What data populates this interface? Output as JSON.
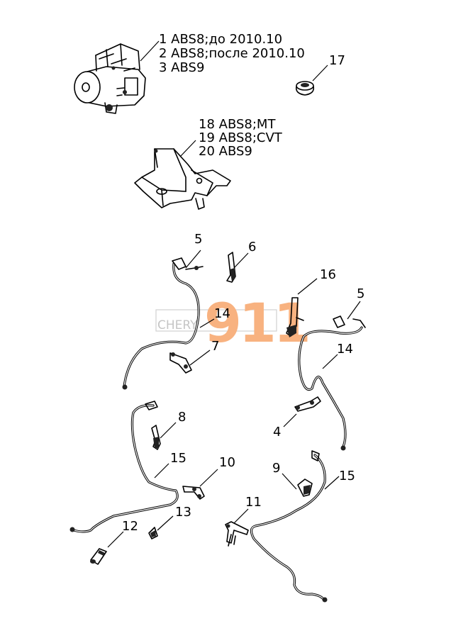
{
  "labels": {
    "group1": [
      "1 ABS8;до 2010.10",
      "2 ABS8;после 2010.10",
      "3 ABS9"
    ],
    "group2": [
      "18 ABS8;MT",
      "19 ABS8;CVT",
      "20 ABS9"
    ],
    "callouts": {
      "c17": "17",
      "c5a": "5",
      "c6": "6",
      "c16": "16",
      "c5b": "5",
      "c14a": "14",
      "c14b": "14",
      "c7": "7",
      "c8": "8",
      "c4": "4",
      "c15a": "15",
      "c10": "10",
      "c9": "9",
      "c15b": "15",
      "c13": "13",
      "c11": "11",
      "c12": "12"
    }
  },
  "watermark": {
    "brand": "CHERY",
    "number": "911",
    "color": "#f7a56a"
  }
}
